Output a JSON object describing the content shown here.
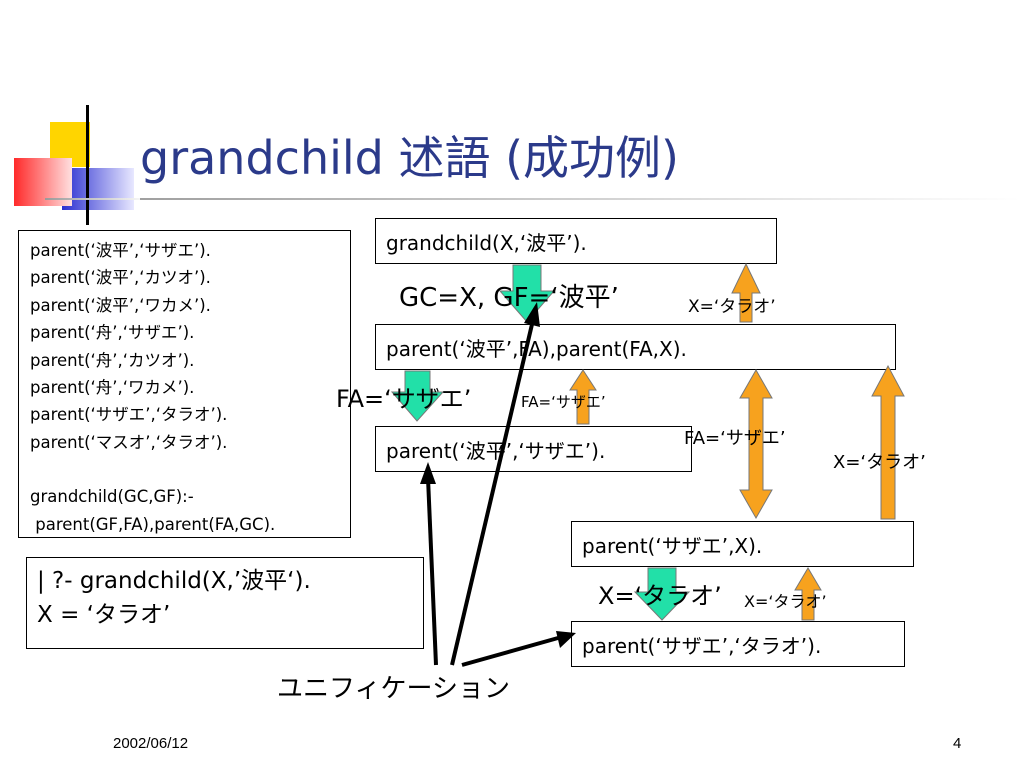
{
  "slide": {
    "title": "grandchild 述語 (成功例)",
    "date": "2002/06/12",
    "page_number": "4"
  },
  "facts": {
    "lines": [
      "parent(‘波平’,‘サザエ’).",
      "parent(‘波平’,‘カツオ’).",
      "parent(‘波平’,‘ワカメ’).",
      "parent(‘舟’,‘サザエ’).",
      "parent(‘舟’,‘カツオ’).",
      "parent(‘舟’,‘ワカメ’).",
      "parent(‘サザエ’,‘タラオ’).",
      "parent(‘マスオ’,‘タラオ’).",
      "",
      "grandchild(GC,GF):-",
      " parent(GF,FA),parent(FA,GC)."
    ]
  },
  "query": {
    "line1": "| ?- grandchild(X,’波平‘).",
    "line2": "X = ‘タラオ’"
  },
  "goals": {
    "g1": "grandchild(X,‘波平’).",
    "g2": "parent(‘波平’,FA),parent(FA,X).",
    "g3": "parent(‘波平’,‘サザエ’).",
    "g4": "parent(‘サザエ’,X).",
    "g5": "parent(‘サザエ’,‘タラオ’)."
  },
  "bindings": {
    "gc_gf": "GC=X, GF=‘波平’",
    "x_tarao_1": "X=‘タラオ’",
    "fa_sazae_big": "FA=‘サザエ’",
    "fa_sazae_small": "FA=‘サザエ’",
    "fa_sazae_mid": "FA=‘サザエ’",
    "x_tarao_2": "X=‘タラオ’",
    "x_tarao_big": "X=‘タラオ’",
    "x_tarao_small": "X=‘タラオ’"
  },
  "unification_label": "ユニフィケーション",
  "colors": {
    "title": "#2b3a8a",
    "down_arrow": "#22e0a8",
    "up_arrow": "#f7a21e",
    "logo_yellow": "#ffd500",
    "logo_red": "#ff3b3b",
    "logo_blue": "#3a3fd8"
  }
}
